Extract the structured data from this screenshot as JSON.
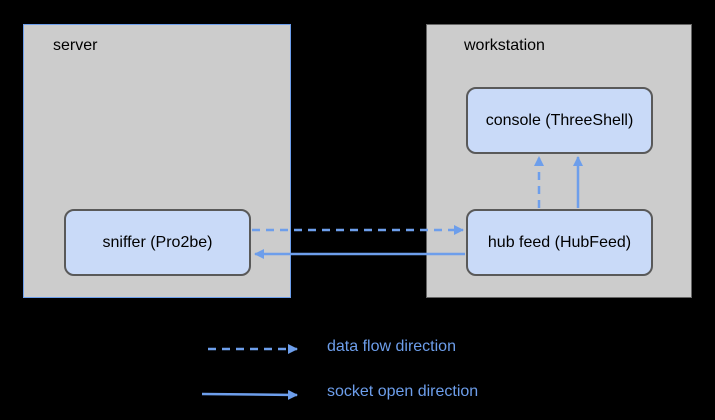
{
  "containers": {
    "server": {
      "label": "server"
    },
    "workstation": {
      "label": "workstation"
    }
  },
  "nodes": {
    "sniffer": {
      "label": "sniffer (Pro2be)"
    },
    "hub_feed": {
      "label": "hub feed (HubFeed)"
    },
    "console": {
      "label": "console (ThreeShell)"
    }
  },
  "edges": [
    {
      "from": "sniffer",
      "to": "hub_feed",
      "style": "dashed"
    },
    {
      "from": "hub_feed",
      "to": "sniffer",
      "style": "solid"
    },
    {
      "from": "hub_feed",
      "to": "console",
      "style": "dashed"
    },
    {
      "from": "hub_feed",
      "to": "console",
      "style": "solid"
    }
  ],
  "legend": {
    "dashed": "data flow direction",
    "solid": "socket open direction"
  },
  "colors": {
    "background": "#000000",
    "container_fill": "#cccccc",
    "node_fill": "#c9daf8",
    "arrow": "#6d9eeb"
  }
}
